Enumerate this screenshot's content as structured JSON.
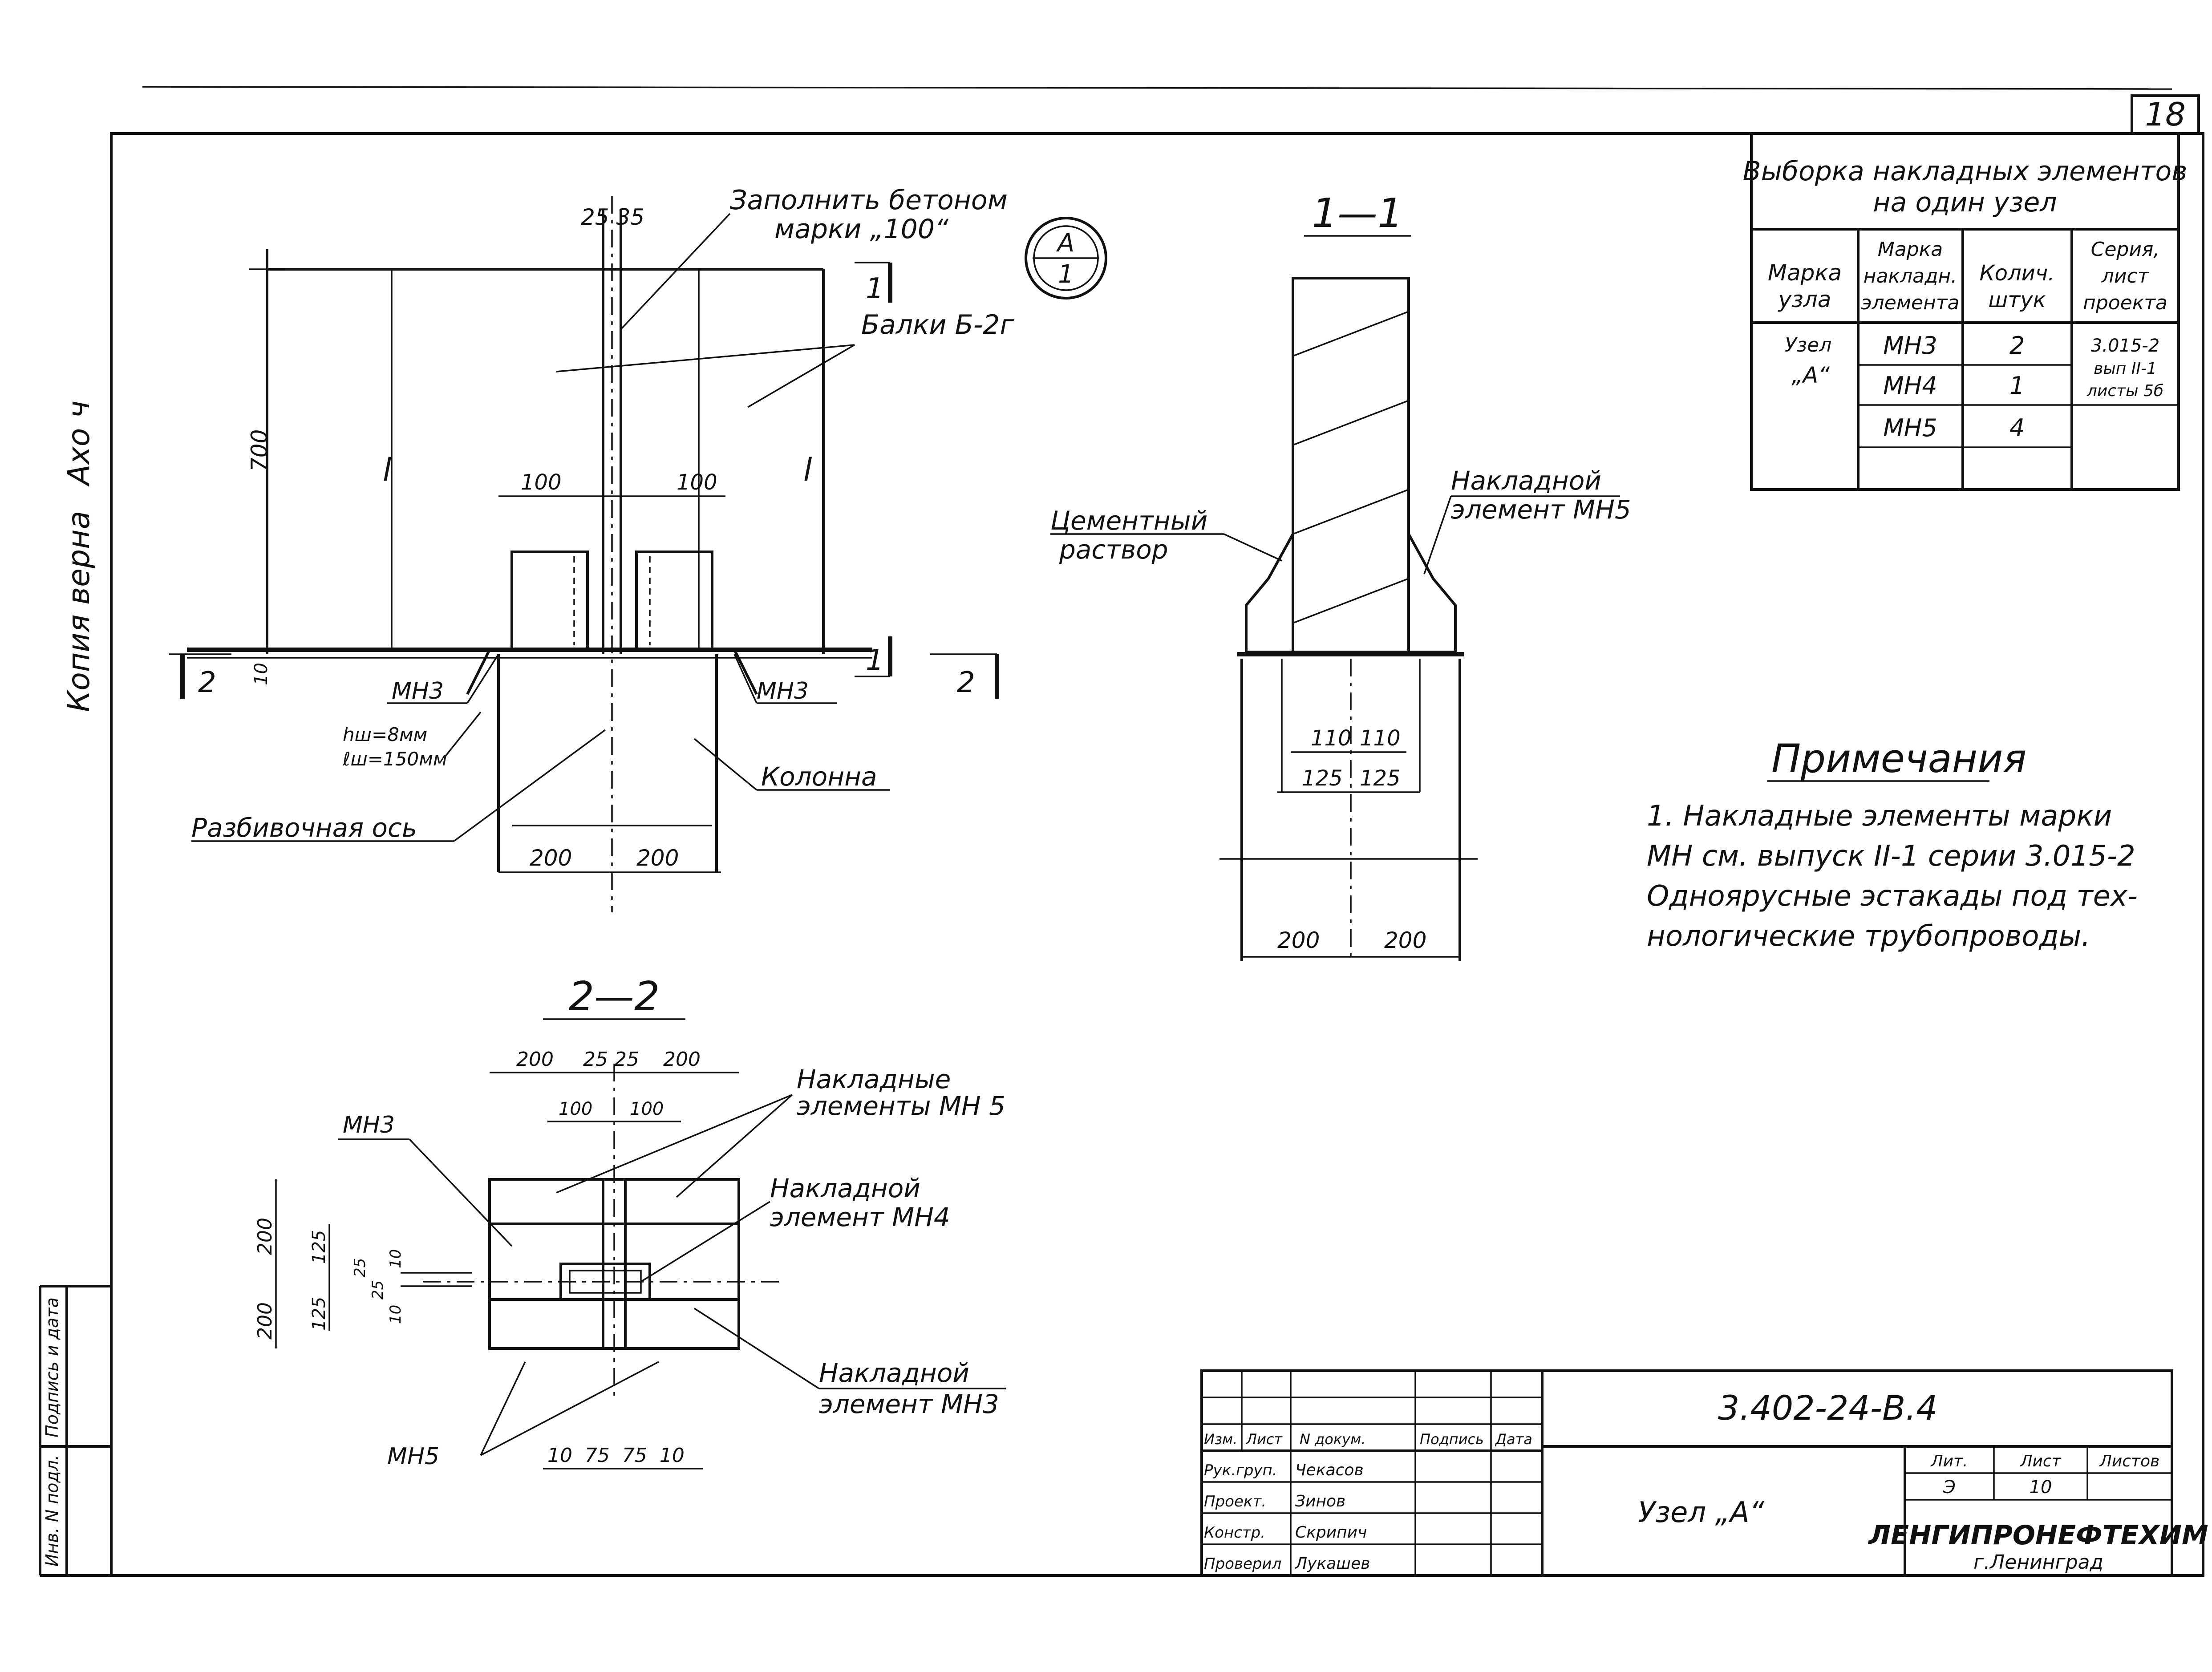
{
  "sheet": {
    "page_number": "18",
    "side_note": "Копия верна",
    "side_signature": "Ахо ч"
  },
  "callout": {
    "top": "А",
    "bottom": "1"
  },
  "section_labels": {
    "one_one": "1—1",
    "two_two": "2—2",
    "cut_1_top": "1",
    "cut_1_bottom": "1",
    "cut_2_left": "2",
    "cut_2_right": "2"
  },
  "main_view": {
    "dim_top": "25 35",
    "fill_note_line1": "Заполнить бетоном",
    "fill_note_line2": "марки „100“",
    "beam_label": "Балки Б-2г",
    "height": "700",
    "dim_left": "100",
    "dim_right": "100",
    "dim_10": "10",
    "mh3_left": "МН3",
    "mh3_right": "МН3",
    "weld_h": "hш=8мм",
    "weld_l": "ℓш=150мм",
    "axis_label": "Разбивочная ось",
    "column_label": "Колонна",
    "dim_200_left": "200",
    "dim_200_right": "200",
    "l_left": "l",
    "l_right": "l"
  },
  "section11": {
    "mortar_line1": "Цементный",
    "mortar_line2": "раствор",
    "element_line1": "Накладной",
    "element_line2": "элемент МН5",
    "dim_110_left": "110",
    "dim_110_right": "110",
    "dim_125_left": "125",
    "dim_125_right": "125",
    "dim_200_left": "200",
    "dim_200_right": "200"
  },
  "section22": {
    "top_200_left": "200",
    "top_25": "25 25",
    "top_200_right": "200",
    "top_100_left": "100",
    "top_100_right": "100",
    "mh3": "МН3",
    "mn5_top_line1": "Накладные",
    "mn5_top_line2": "элементы МН 5",
    "mn4_line1": "Накладной",
    "mn4_line2": "элемент МН4",
    "mh3_line1": "Накладной",
    "mh3_line2": "элемент МН3",
    "mn5_bottom": "МН5",
    "left_200_top": "200",
    "left_125_top": "125",
    "left_25": "25",
    "left_10": "10",
    "left_25b": "25",
    "left_125_bottom": "125",
    "left_10b": "10",
    "left_200_bottom": "200",
    "bottom_dims": "10  75  75  10"
  },
  "spec_table": {
    "title_line1": "Выборка накладных элементов",
    "title_line2": "на один узел",
    "headers": [
      [
        "Марка",
        "узла"
      ],
      [
        "Марка",
        "накладн.",
        "элемента"
      ],
      [
        "Колич.",
        "штук"
      ],
      [
        "Серия,",
        "лист",
        "проекта"
      ]
    ],
    "node_label": [
      "Узел",
      "„А“"
    ],
    "rows": [
      {
        "element": "МН3",
        "qty": "2"
      },
      {
        "element": "МН4",
        "qty": "1"
      },
      {
        "element": "МН5",
        "qty": "4"
      }
    ],
    "series_ref": [
      "3.015-2",
      "вып II-1",
      "листы 5б"
    ]
  },
  "notes": {
    "heading": "Примечания",
    "line1": "1. Накладные элементы марки",
    "line2": "МН см. выпуск II-1 серии 3.015-2",
    "line3": "Одноярусные эстакады под тех-",
    "line4": "нологические трубопроводы."
  },
  "title_block": {
    "document_code": "3.402-24-В.4",
    "drawing_title": "Узел „А“",
    "col_headers": [
      "Изм.",
      "Лист",
      "N докум.",
      "Подпись",
      "Дата"
    ],
    "roles": [
      "Рук.груп.",
      "Проект.",
      "Констр.",
      "Проверил"
    ],
    "names": [
      "Чекасов",
      "Зинов",
      "Скрипич",
      "Лукашев"
    ],
    "stage_headers": [
      "Лит.",
      "Лист",
      "Листов"
    ],
    "stage_values": [
      "Э",
      "10",
      ""
    ],
    "organization": "ЛЕНГИПРОНЕФТЕХИМ",
    "city": "г.Ленинград"
  },
  "side_stamp": {
    "sign_date": "Подпись и дата",
    "inv_no": "Инв. N подл."
  }
}
